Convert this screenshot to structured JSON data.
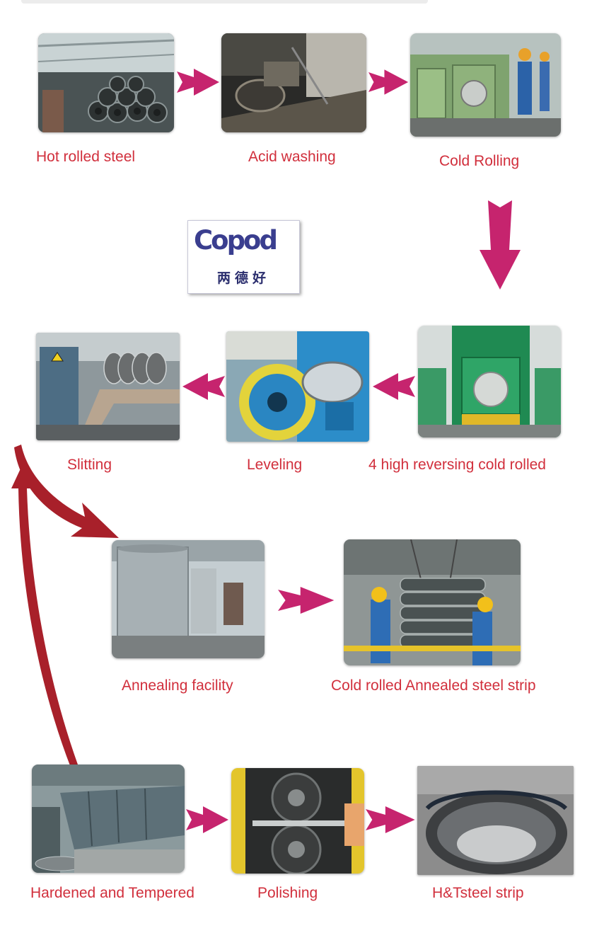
{
  "colors": {
    "label": "#d12f3c",
    "arrow_pink": "#c6246e",
    "arrow_red": "#a8202a"
  },
  "logo": {
    "word": "Copod",
    "chinese": "两德好"
  },
  "steps": [
    {
      "id": "hot-rolled-steel",
      "label": "Hot rolled steel"
    },
    {
      "id": "acid-washing",
      "label": "Acid washing"
    },
    {
      "id": "cold-rolling",
      "label": "Cold Rolling"
    },
    {
      "id": "4-high-reversing",
      "label": "4 high reversing cold rolled"
    },
    {
      "id": "leveling",
      "label": "Leveling"
    },
    {
      "id": "slitting",
      "label": "Slitting"
    },
    {
      "id": "annealing-facility",
      "label": "Annealing facility"
    },
    {
      "id": "cold-rolled-annealed",
      "label": "Cold rolled Annealed steel strip"
    },
    {
      "id": "hardened-tempered",
      "label": "Hardened and Tempered"
    },
    {
      "id": "polishing",
      "label": "Polishing"
    },
    {
      "id": "ht-steel-strip",
      "label": "H&Tsteel strip"
    }
  ]
}
